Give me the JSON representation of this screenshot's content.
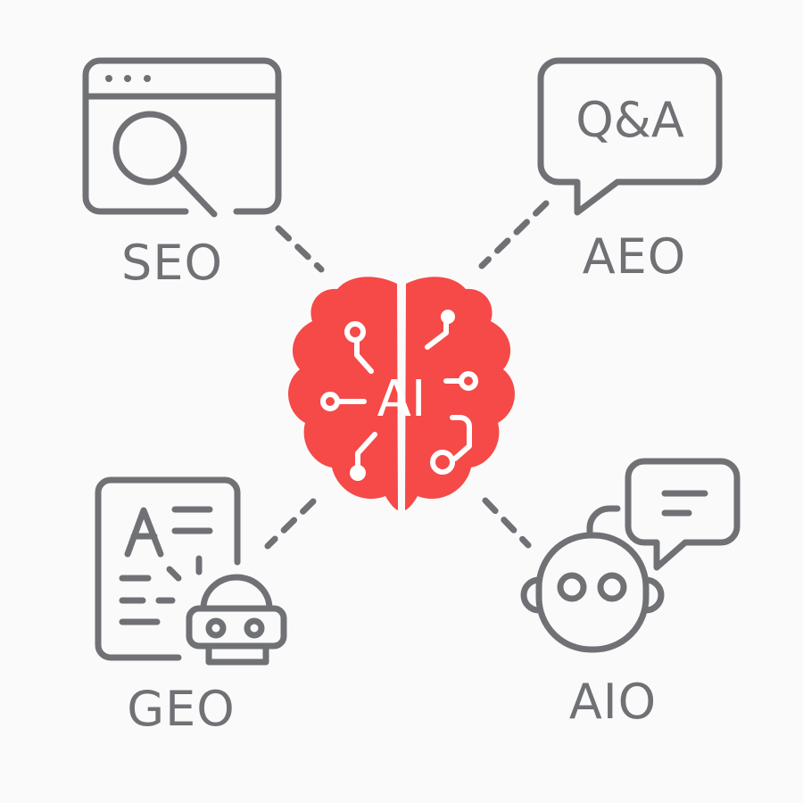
{
  "diagram": {
    "center": {
      "label": "AI",
      "icon": "brain-circuit-icon",
      "color": "#f54a48"
    },
    "nodes": [
      {
        "id": "seo",
        "label": "SEO",
        "icon": "browser-search-icon",
        "position": "top-left"
      },
      {
        "id": "aeo",
        "label": "AEO",
        "icon": "qa-speech-bubble-icon",
        "icon_text": "Q&A",
        "position": "top-right"
      },
      {
        "id": "geo",
        "label": "GEO",
        "icon": "document-robot-icon",
        "icon_text": "A",
        "position": "bottom-left"
      },
      {
        "id": "aio",
        "label": "AIO",
        "icon": "robot-chat-icon",
        "position": "bottom-right"
      }
    ],
    "connector_style": "dashed",
    "colors": {
      "background": "#fafafa",
      "stroke": "#6f7175",
      "accent": "#f54a48"
    }
  }
}
